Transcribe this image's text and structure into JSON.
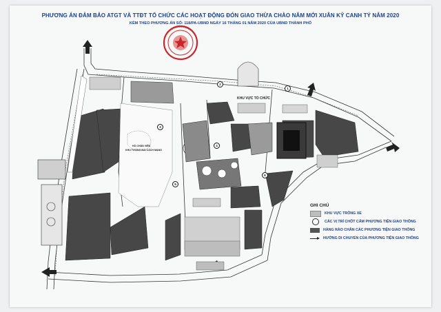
{
  "title_line1": "PHƯƠNG ÁN ĐẢM BẢO ATGT VÀ TTĐT TỔ CHỨC CÁC HOẠT ĐỘNG ĐÓN GIAO THỪA CHÀO NĂM MỚI XUÂN KỶ CANH TÝ NĂM 2020",
  "title_line2": "KÈM THEO PHƯƠNG ÁN SỐ: 118/PA-UBND NGÀY 16 THÁNG 01 NĂM 2020 CỦA UBND THÀNH PHỐ",
  "map": {
    "area_label": "KHU VỰC TỔ CHỨC",
    "center_label_1": "HỒ CHÂN VIÊN",
    "center_label_2": "KHU TƯỢNG ĐÀI CÁCH MẠNG",
    "checkpoints": [
      "1",
      "2",
      "3",
      "4",
      "5",
      "6"
    ]
  },
  "legend": {
    "heading": "GHI CHÚ",
    "items": [
      {
        "symbol": "gray-box",
        "label": "KHU VỰC TRÔNG XE"
      },
      {
        "symbol": "circle",
        "label": "CÁC VỊ TRÍ CHỐT CẤM PHƯƠNG TIỆN GIAO THÔNG"
      },
      {
        "symbol": "dark-box",
        "label": "HÀNG RÀO CHẮN CÁC PHƯƠNG TIỆN GIAO THÔNG"
      },
      {
        "symbol": "arrow",
        "label": "HƯỚNG DI CHUYỂN CỦA PHƯƠNG TIỆN GIAO THÔNG"
      }
    ]
  },
  "colors": {
    "title": "#1e3f8a",
    "seal": "#c8262a",
    "block": "#4a4a4a",
    "road": "#ffffff",
    "park": "#f2f2f2"
  }
}
